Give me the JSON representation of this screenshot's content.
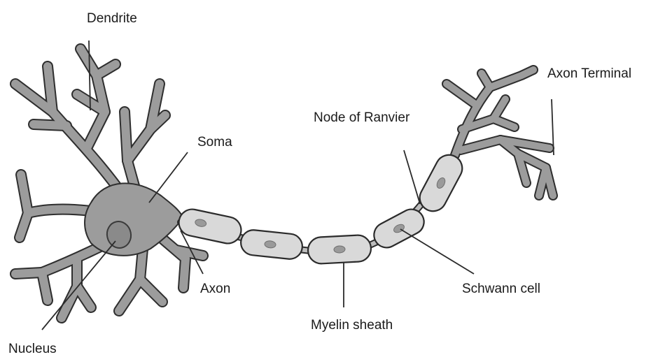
{
  "diagram": {
    "labels": {
      "dendrite": "Dendrite",
      "soma": "Soma",
      "node_of_ranvier": "Node of Ranvier",
      "axon_terminal": "Axon Terminal",
      "axon": "Axon",
      "myelin_sheath": "Myelin sheath",
      "schwann_cell": "Schwann cell",
      "nucleus": "Nucleus"
    },
    "colors": {
      "cell_body": "#9c9c9c",
      "outline": "#2e2e2e",
      "myelin": "#d9d9d9",
      "nucleus": "#8a8a8a"
    }
  }
}
